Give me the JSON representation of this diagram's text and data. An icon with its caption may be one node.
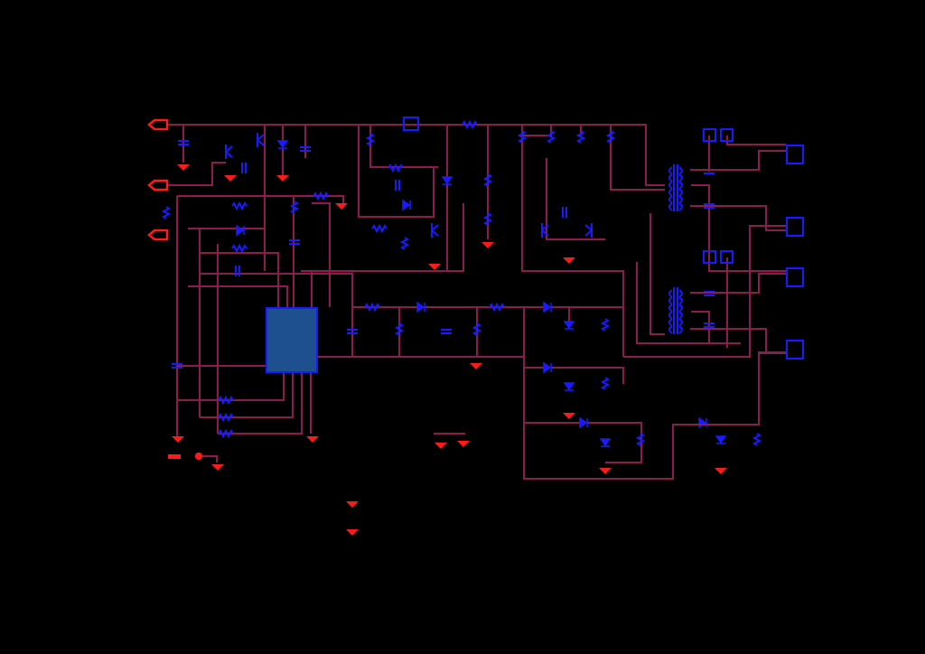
{
  "diagram": {
    "nodes": [
      {
        "text": [],
        "shape": "box"
      },
      {
        "text": [],
        "shape": "picture"
      },
      {
        "text": [],
        "shape": "picture"
      },
      {
        "text": [],
        "shape": "box"
      },
      {
        "text": [],
        "shape": "box"
      },
      {
        "text": [],
        "shape": "box"
      },
      {
        "text": [],
        "shape": "box"
      }
    ],
    "edges": [
      {
        "from": 1,
        "to": 3,
        "arrow": "none"
      },
      {
        "from": 1,
        "to": 4,
        "arrow": "none"
      },
      {
        "from": 2,
        "to": 5,
        "arrow": "none"
      },
      {
        "from": 2,
        "to": 6,
        "arrow": "none"
      },
      {
        "from": 0,
        "to": 6,
        "arrow": "none"
      }
    ]
  }
}
